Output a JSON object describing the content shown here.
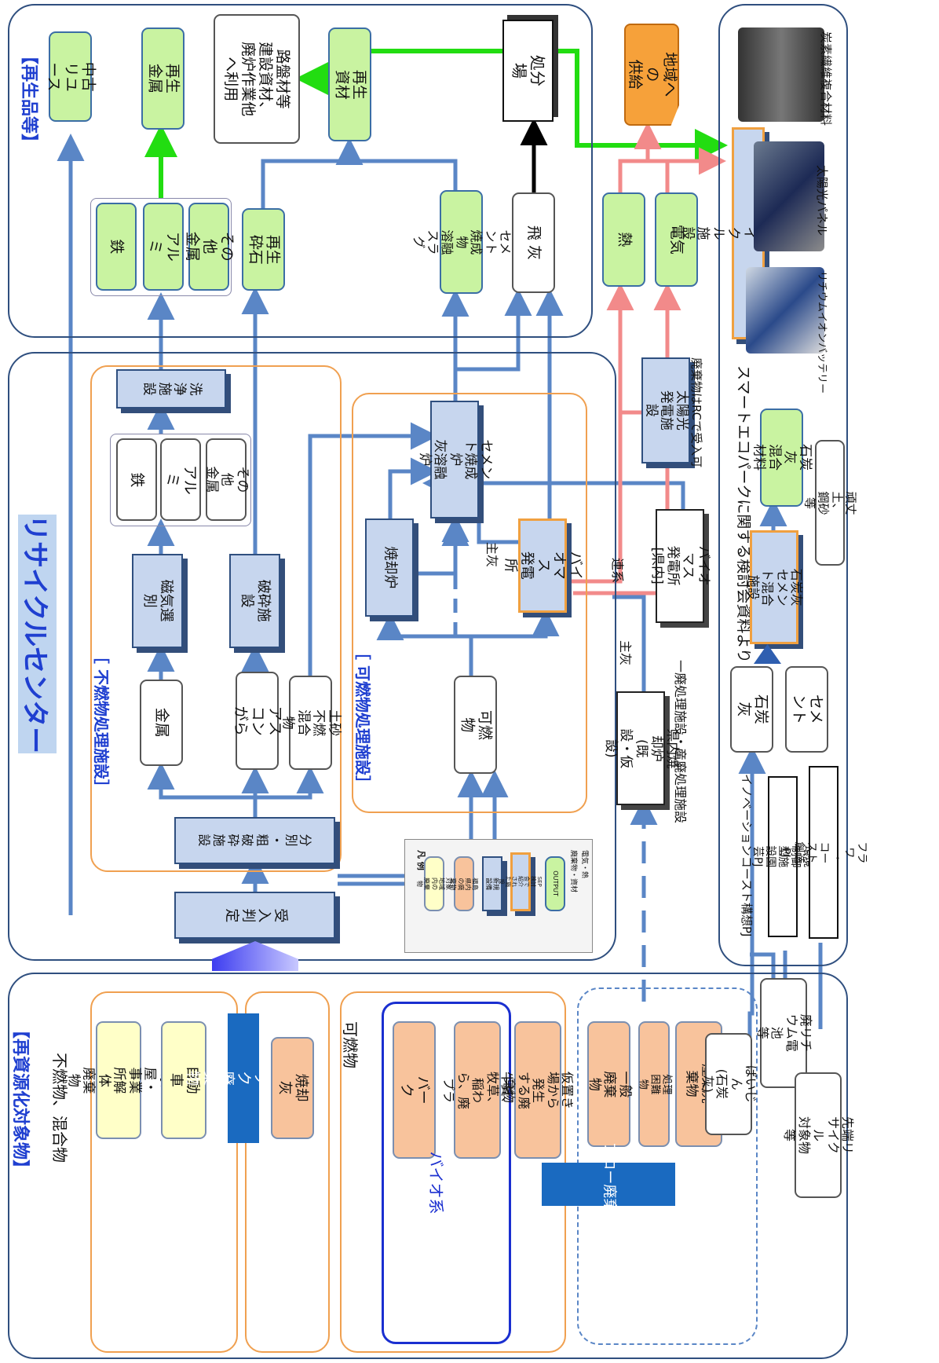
{
  "regions": {
    "recycle_products": "【再生品等】",
    "recycle_center": "リサイクルセンター",
    "target": "【再資源化対象物】",
    "noncombustible": "［ 不燃物処理施設］",
    "combustible": "［ 可燃物処理施設］"
  },
  "products": {
    "chuko": "中古\nリユース",
    "saisei_kinzoku": "再生金属",
    "rosen": "路盤材等\n建設資材、\n廃炉作業他\nへ利用",
    "saisei_shizai": "再生資材",
    "shobunjo": "処分場",
    "chiiki": "地域への\n供給",
    "tetsu": "鉄",
    "arumi": "アルミ",
    "sonota": "その他\n金属",
    "saisei_saiseki": "再生砕石",
    "cement_slag": "セメント焼成物\n溶融スラグ",
    "hibai": "飛 灰",
    "netsu": "熱",
    "denki": "電気"
  },
  "center": {
    "ukeire": "受\n入\n判\n定",
    "bunbetsu": "分\n別\n・\n粗\n破\n砕\n施\n設",
    "kinzoku": "金属",
    "asucon": "アスコン\nがら",
    "dosha": "土砂不燃\n混合物",
    "jiki": "磁気選別",
    "hasai": "破砕施設",
    "sen_tetsu": "鉄",
    "sen_arumi": "アルミ",
    "sen_sonota": "その他\n金属",
    "senjo": "洗\n浄\n施\n設",
    "kanen": "可燃物",
    "shokyaku": "焼却炉",
    "cement_ro": "セメント焼成炉\n灰溶融炉",
    "biomass": "バイオマス\n発電所",
    "shuhai": "主灰",
    "taiyoko": "太陽光\n発電施設",
    "taiyoko_note": "廃棄物はRCで受入可",
    "biomass_ken": "バイオマス\n発電所[県内]",
    "kennai": "県内焼却炉\n(既設・仮設)",
    "kennai_note": "一廃処理施設・産廃処理施設",
    "renkei": "連系",
    "shuhai2": "主灰"
  },
  "legend": {
    "title": "凡 例",
    "items": [
      "対象地域内の廃棄物",
      "福島県内の廃棄物",
      "新規設備",
      "SEP検討会で紹介された施設",
      "OUTPUT"
    ],
    "line1": "廃棄物・資材",
    "line2": "電気・熱"
  },
  "targets": {
    "funen": "不燃物、混合物",
    "kaoku": "家屋・事業所解体\n廃棄物",
    "jidosha": "自動車",
    "stock": "ストック廃棄物",
    "shokyakubai": "焼却灰",
    "kanenbutsu": "可燃物",
    "bark": "バーク",
    "gyufun": "牛糞、牧草、稲わ\nら、廃プラ",
    "biokei": "バイオ系",
    "karioki": "仮置き場から発生\nする廃棄物",
    "ippan": "一般廃棄物",
    "shori": "処理困難物",
    "sangyo": "産業廃棄物",
    "haijin": "ばいじん\n(石炭灰)",
    "flow": "フロー廃棄物",
    "li": "廃リチウム電池\n等",
    "sentan": "先端リサイクル\n対象物 等"
  },
  "smart": {
    "title": "スマートエコパークに関する検討会資料より",
    "sekitanbai": "石炭灰",
    "cement": "セメント",
    "mixfac": "石炭灰セメン\nト混合施設",
    "mixmat": "石炭灰\n混合材料",
    "ganjo": "頑丈土、鋼砂 等",
    "innov": "イノベーションコースト構想PJ",
    "kankyo": "環境制御型施設園芸PJ",
    "flower": "フラワー・コースト創造PJ",
    "sentan_fac": "先進リサイクル施設",
    "carbon": "炭素繊維複合材料",
    "solar": "太陽光パネル",
    "liion": "リチウムイオンバッテリー"
  },
  "colors": {
    "blue_line": "#5a86c6",
    "green_line": "#22dd11",
    "red_line": "#f28a8a",
    "black_line": "#000000"
  }
}
